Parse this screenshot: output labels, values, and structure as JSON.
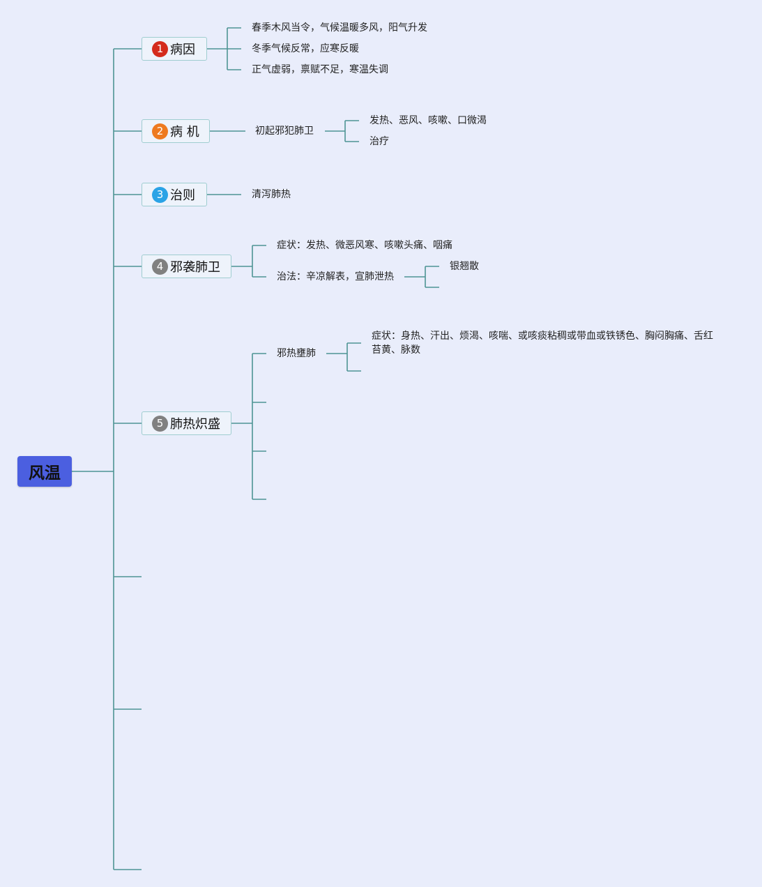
{
  "root": "风温",
  "colors": {
    "background": "#e9edfb",
    "connector": "#4e9494",
    "root_fill": "#4b5fe0",
    "badge_1": "#d42b1c",
    "badge_2": "#ee7a1f",
    "badge_3": "#2aa3e6",
    "badge_4": "#808080",
    "badge_5": "#808080"
  },
  "branches": [
    {
      "num": "1",
      "label": "病因",
      "children": [
        "春季木风当令，气候温暖多风，阳气升发",
        "冬季气候反常，应寒反暖",
        "正气虚弱，禀赋不足，寒温失调"
      ]
    },
    {
      "num": "2",
      "label": "病 机",
      "child": "初起邪犯肺卫",
      "grandchildren": [
        "发热、恶风、咳嗽、口微渴",
        "治疗"
      ]
    },
    {
      "num": "3",
      "label": "治则",
      "child": "清泻肺热"
    },
    {
      "num": "4",
      "label": "邪袭肺卫",
      "children": [
        "症状：发热、微恶风寒、咳嗽头痛、咽痛",
        "治法：辛凉解表，宣肺泄热"
      ],
      "grandchild": "银翘散"
    },
    {
      "num": "5",
      "label": "肺热炽盛",
      "child": "邪热壅肺",
      "grandchild": "症状：身热、汗出、烦渴、咳喘、或咳痰粘稠或带血或铁锈色、胸闷胸痛、舌红苔黄、脉数"
    }
  ]
}
